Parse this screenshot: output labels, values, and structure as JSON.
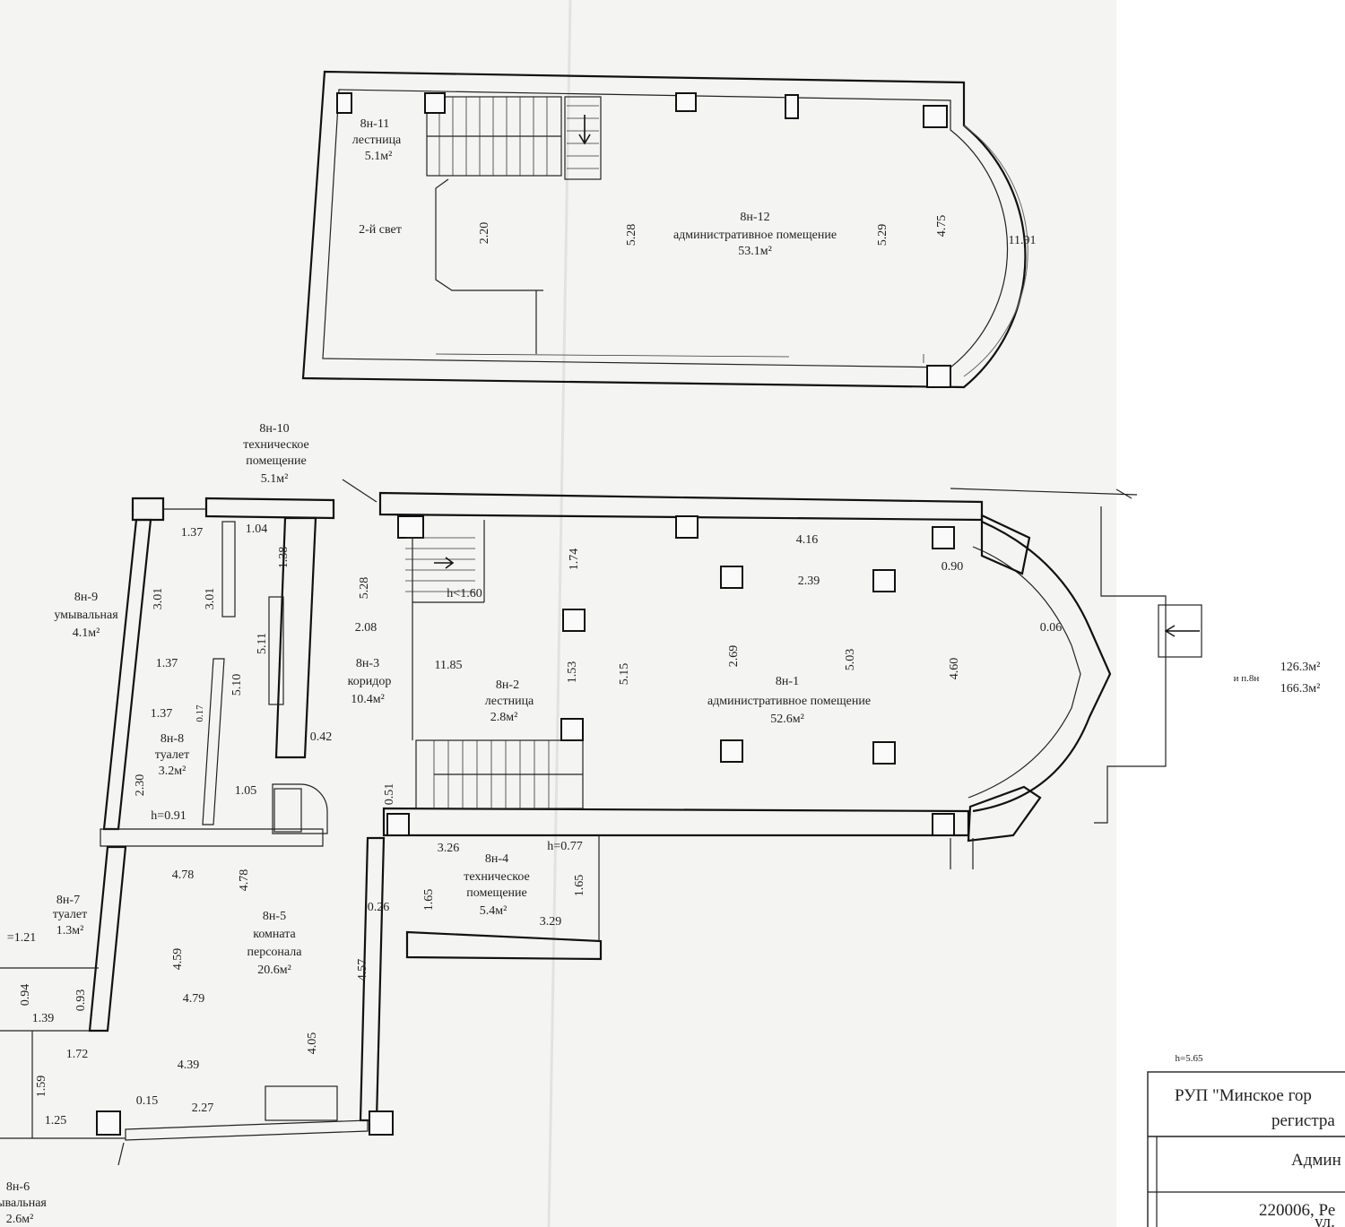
{
  "upper_floor": {
    "room_8n11": {
      "code": "8н-11",
      "name": "лестница",
      "area": "5.1м²"
    },
    "second_light": "2-й свет",
    "room_8n12": {
      "code": "8н-12",
      "name": "административное помещение",
      "area": "53.1м²"
    },
    "dims": {
      "d220": "2.20",
      "d528": "5.28",
      "d529": "5.29",
      "d475": "4.75",
      "d1191": "11.91"
    }
  },
  "lower_floor": {
    "room_8n10": {
      "code": "8н-10",
      "name1": "техническое",
      "name2": "помещение",
      "area": "5.1м²"
    },
    "room_8n9": {
      "code": "8н-9",
      "name": "умывальная",
      "area": "4.1м²"
    },
    "room_8n8": {
      "code": "8н-8",
      "name": "туалет",
      "area": "3.2м²"
    },
    "room_8n7": {
      "code": "8н-7",
      "name": "туалет",
      "area": "1.3м²"
    },
    "room_8n6": {
      "code": "8н-6",
      "name": "ывальная",
      "area": "2.6м²"
    },
    "room_8n3": {
      "code": "8н-3",
      "name": "коридор",
      "area": "10.4м²"
    },
    "room_8n2": {
      "code": "8н-2",
      "name": "лестница",
      "area": "2.8м²"
    },
    "room_8n1": {
      "code": "8н-1",
      "name": "административное помещение",
      "area": "52.6м²"
    },
    "room_8n4": {
      "code": "8н-4",
      "name1": "техническое",
      "name2": "помещение",
      "area": "5.4м²"
    },
    "room_8n5": {
      "code": "8н-5",
      "name1": "комната",
      "name2": "персонала",
      "area": "20.6м²"
    },
    "stair_height": "h<1.60",
    "dims": {
      "d137a": "1.37",
      "d104": "1.04",
      "d138": "1.38",
      "d301a": "3.01",
      "d301b": "3.01",
      "d528": "5.28",
      "d208": "2.08",
      "d511": "5.11",
      "d510": "5.10",
      "d137b": "1.37",
      "d137c": "1.37",
      "d017": "0.17",
      "d230": "2.30",
      "d091": "h=0.91",
      "d105": "1.05",
      "d042": "0.42",
      "d174": "1.74",
      "d416": "4.16",
      "d090": "0.90",
      "d239": "2.39",
      "d006": "0.06",
      "d1185": "11.85",
      "d153": "1.53",
      "d515": "5.15",
      "d269": "2.69",
      "d503": "5.03",
      "d460": "4.60",
      "d051": "0.51",
      "d326": "3.26",
      "d077": "h=0.77",
      "d165a": "1.65",
      "d165b": "1.65",
      "d329": "3.29",
      "d478a": "4.78",
      "d478b": "4.78",
      "d026": "0.26",
      "d121": "=1.21",
      "d459": "4.59",
      "d457": "4.57",
      "d479": "4.79",
      "d094": "0.94",
      "d093": "0.93",
      "d139": "1.39",
      "d405": "4.05",
      "d172": "1.72",
      "d439": "4.39",
      "d159": "1.59",
      "d015": "0.15",
      "d227": "2.27",
      "d125": "1.25"
    }
  },
  "totals": {
    "label": "и п.8н",
    "area1": "126.3м²",
    "area2": "166.3м²"
  },
  "height_note": "h=5.65",
  "title_block": {
    "line1": "РУП \"Минское гор",
    "line2": "регистра",
    "line3": "Админ",
    "line4": "220006, Ре",
    "line5": "ул."
  }
}
